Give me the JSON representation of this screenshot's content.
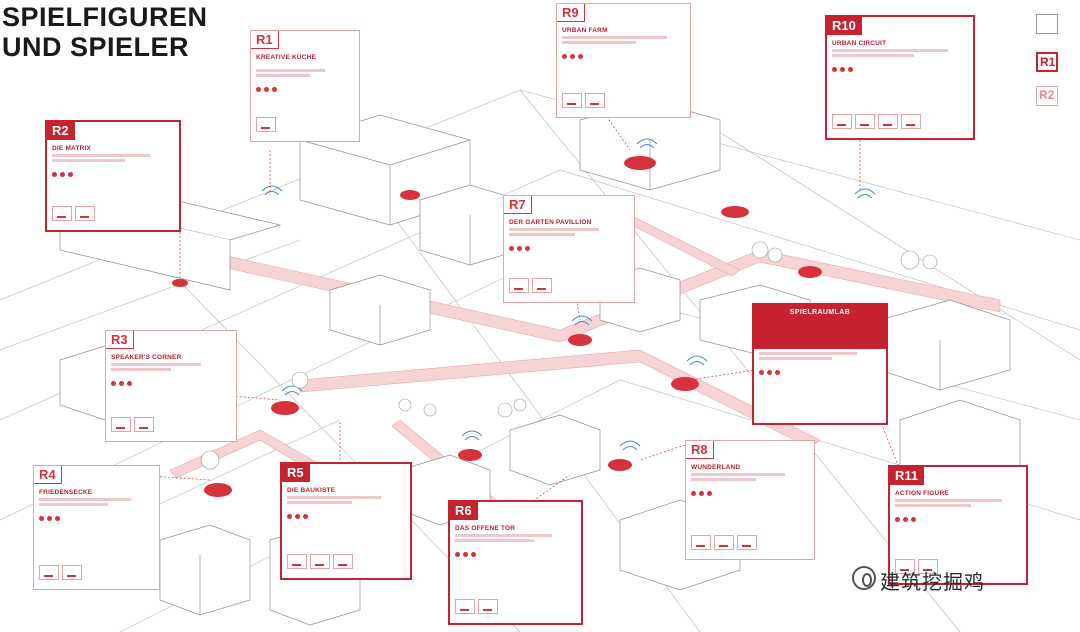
{
  "title": {
    "line1": "SPIELFIGUREN",
    "line2": "UND SPIELER"
  },
  "cards": [
    {
      "id": "R1",
      "name": "KREATIVE KÜCHE"
    },
    {
      "id": "R2",
      "name": "DIE MATRIX"
    },
    {
      "id": "R3",
      "name": "SPEAKER'S CORNER"
    },
    {
      "id": "R4",
      "name": "FRIEDENSECKE"
    },
    {
      "id": "R5",
      "name": "DIE BAUKISTE"
    },
    {
      "id": "R6",
      "name": "DAS OFFENE TOR"
    },
    {
      "id": "R7",
      "name": "DER GARTEN PAVILLION"
    },
    {
      "id": "R8",
      "name": "WUNDERLAND"
    },
    {
      "id": "R9",
      "name": "URBAN FARM"
    },
    {
      "id": "R10",
      "name": "URBAN CIRCUIT"
    },
    {
      "id": "R11",
      "name": "ACTION FIGURE"
    }
  ],
  "spielraum": {
    "title": "SPIELRAUMLAB"
  },
  "legend": {
    "r1": "R1",
    "r2": "R2"
  },
  "watermark": "建筑挖掘鸡",
  "colors": {
    "accent": "#c62330",
    "light": "#f3c6c9",
    "line": "#9a9a9a",
    "blue": "#3d86d6"
  }
}
